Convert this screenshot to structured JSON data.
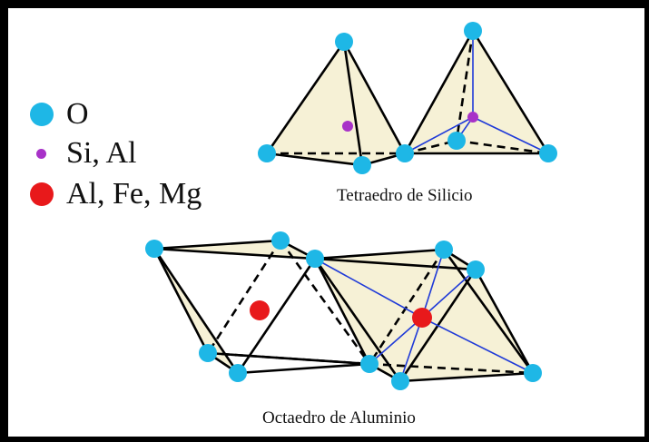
{
  "legend": [
    {
      "label": "O",
      "color": "#1eb7e6",
      "size": "large"
    },
    {
      "label": "Si, Al",
      "color": "#a832c8",
      "size": "small"
    },
    {
      "label": "Al, Fe, Mg",
      "color": "#e8191b",
      "size": "large"
    }
  ],
  "captions": {
    "tetrahedron": "Tetraedro de Silicio",
    "octahedron": "Octaedro de Aluminio"
  },
  "colors": {
    "oxygen": "#1eb7e6",
    "silicon": "#a832c8",
    "aluminum": "#e8191b",
    "face_fill": "#f6f1d6",
    "bond": "#1f3ad8",
    "edge": "#000000"
  }
}
